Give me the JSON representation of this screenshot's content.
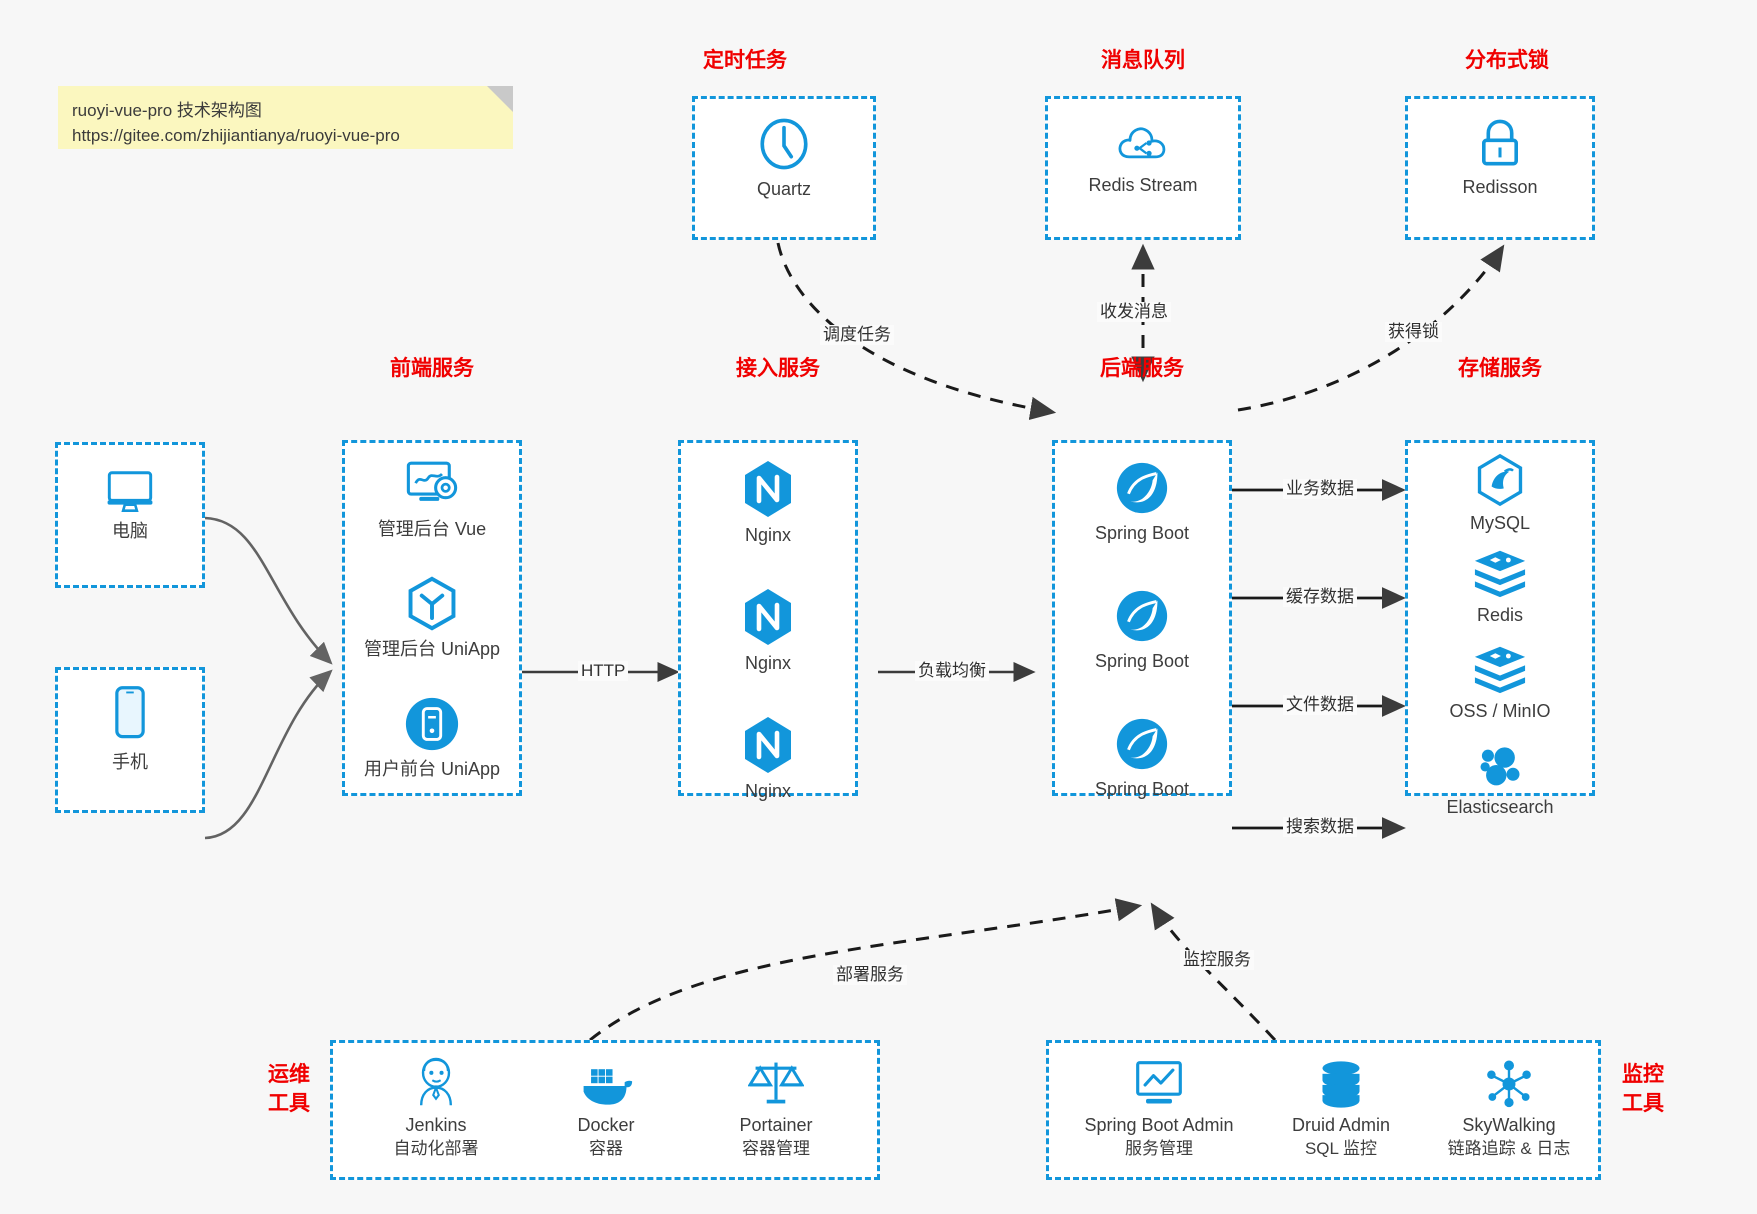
{
  "note": {
    "line1": "ruoyi-vue-pro 技术架构图",
    "line2": "https://gitee.com/zhijiantianya/ruoyi-vue-pro"
  },
  "colors": {
    "box_border": "#1296db",
    "group_title": "#f00000",
    "icon_blue": "#1296db",
    "arrow": "#3c3c3c",
    "canvas_bg": "#f7f7f7",
    "note_bg": "#fbf7bf"
  },
  "groups": {
    "scheduler": {
      "title": "定时任务",
      "nodes": [
        {
          "label": "Quartz",
          "icon": "clock-icon"
        }
      ]
    },
    "mq": {
      "title": "消息队列",
      "nodes": [
        {
          "label": "Redis Stream",
          "icon": "cloud-stream-icon"
        }
      ]
    },
    "lock": {
      "title": "分布式锁",
      "nodes": [
        {
          "label": "Redisson",
          "icon": "padlock-icon"
        }
      ]
    },
    "clients": {
      "nodes": [
        {
          "label": "电脑",
          "icon": "desktop-monitor-icon"
        },
        {
          "label": "手机",
          "icon": "smartphone-icon"
        }
      ]
    },
    "frontend": {
      "title": "前端服务",
      "nodes": [
        {
          "label": "管理后台 Vue",
          "icon": "dashboard-gear-icon"
        },
        {
          "label": "管理后台 UniApp",
          "icon": "uniapp-hexagon-icon"
        },
        {
          "label": "用户前台 UniApp",
          "icon": "mobile-app-circle-icon"
        }
      ]
    },
    "gateway": {
      "title": "接入服务",
      "nodes": [
        {
          "label": "Nginx",
          "icon": "nginx-icon"
        },
        {
          "label": "Nginx",
          "icon": "nginx-icon"
        },
        {
          "label": "Nginx",
          "icon": "nginx-icon"
        }
      ]
    },
    "backend": {
      "title": "后端服务",
      "nodes": [
        {
          "label": "Spring Boot",
          "icon": "spring-boot-icon"
        },
        {
          "label": "Spring Boot",
          "icon": "spring-boot-icon"
        },
        {
          "label": "Spring Boot",
          "icon": "spring-boot-icon"
        }
      ]
    },
    "storage": {
      "title": "存储服务",
      "nodes": [
        {
          "label": "MySQL",
          "icon": "mysql-dolphin-icon"
        },
        {
          "label": "Redis",
          "icon": "redis-stack-icon"
        },
        {
          "label": "OSS / MinIO",
          "icon": "object-storage-icon"
        },
        {
          "label": "Elasticsearch",
          "icon": "elasticsearch-icon"
        }
      ]
    },
    "devops": {
      "title_line1": "运维",
      "title_line2": "工具",
      "nodes": [
        {
          "label": "Jenkins",
          "sub": "自动化部署",
          "icon": "jenkins-butler-icon"
        },
        {
          "label": "Docker",
          "sub": "容器",
          "icon": "docker-whale-icon"
        },
        {
          "label": "Portainer",
          "sub": "容器管理",
          "icon": "scales-balance-icon"
        }
      ]
    },
    "monitor": {
      "title_line1": "监控",
      "title_line2": "工具",
      "nodes": [
        {
          "label": "Spring Boot Admin",
          "sub": "服务管理",
          "icon": "monitor-chart-icon"
        },
        {
          "label": "Druid Admin",
          "sub": "SQL 监控",
          "icon": "database-cylinder-icon"
        },
        {
          "label": "SkyWalking",
          "sub": "链路追踪 & 日志",
          "icon": "skywalking-node-icon"
        }
      ]
    }
  },
  "edges": {
    "client_to_frontend": "",
    "frontend_to_gateway": "HTTP",
    "gateway_to_backend": "负载均衡",
    "scheduler_to_backend": "调度任务",
    "mq_to_backend": "收发消息",
    "backend_to_lock": "获得锁",
    "backend_to_mysql": "业务数据",
    "backend_to_redis": "缓存数据",
    "backend_to_oss": "文件数据",
    "backend_to_es": "搜索数据",
    "devops_to_backend": "部署服务",
    "monitor_to_backend": "监控服务"
  }
}
